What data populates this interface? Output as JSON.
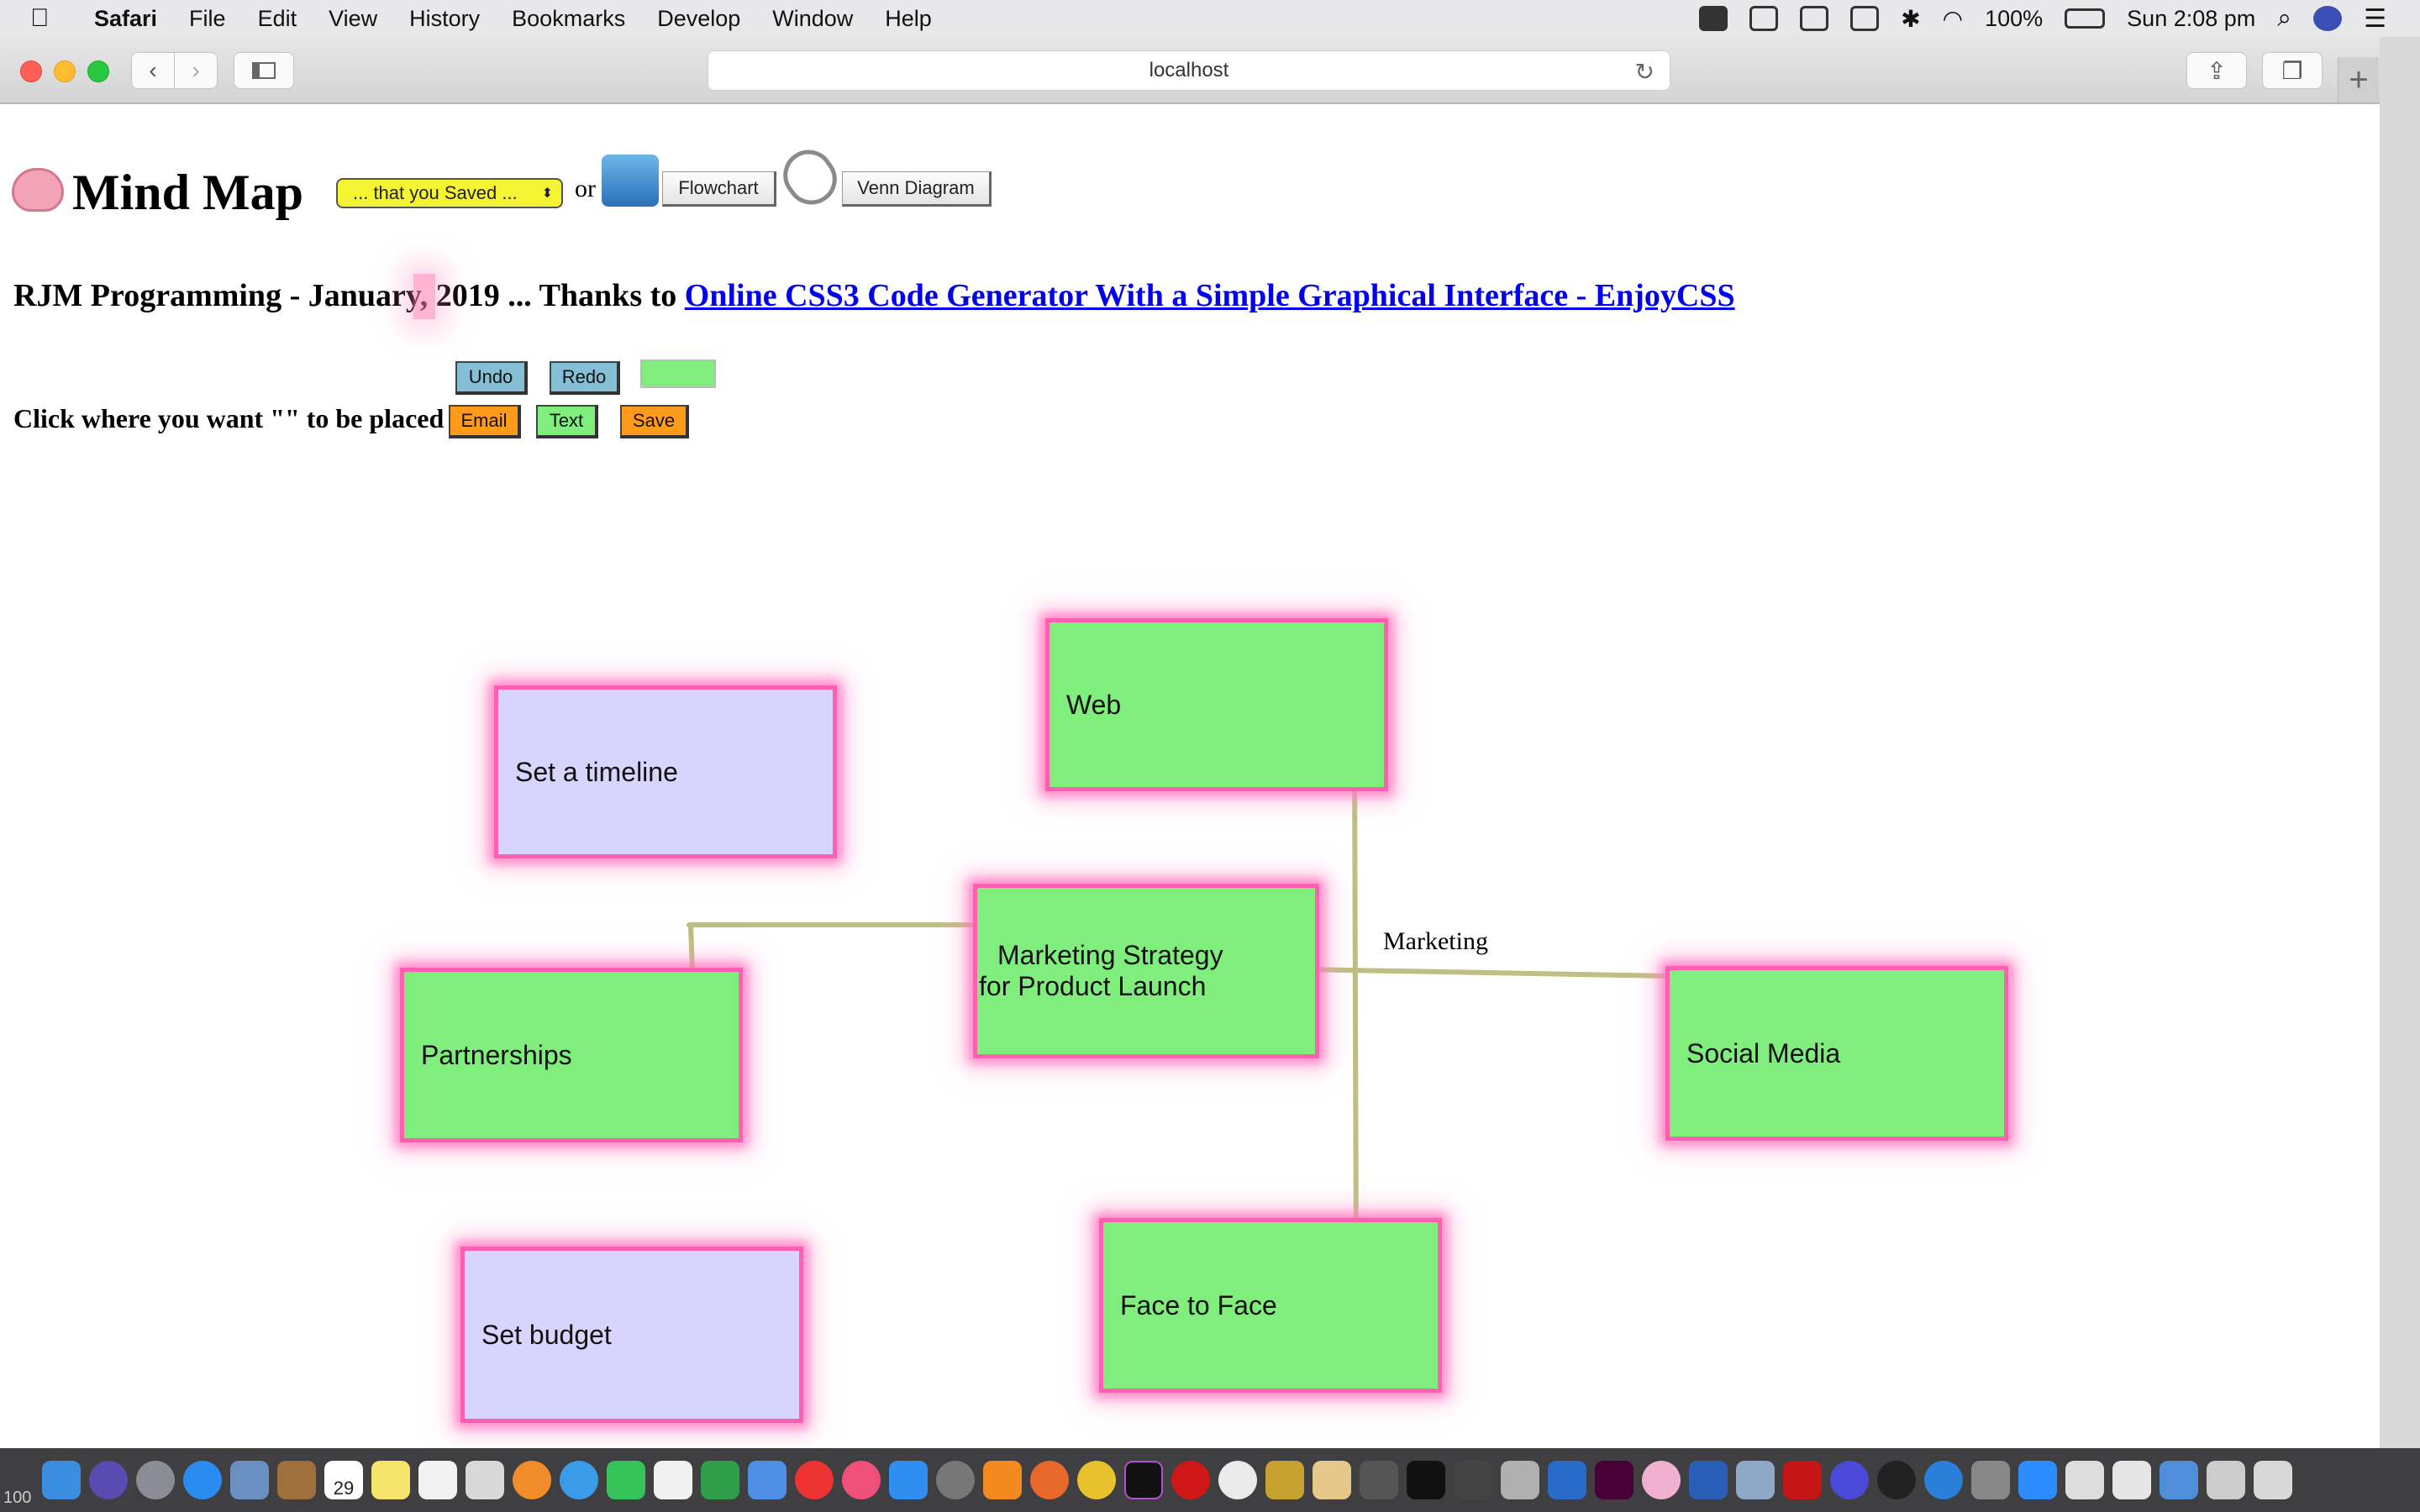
{
  "menubar": {
    "app": "Safari",
    "items": [
      "File",
      "Edit",
      "View",
      "History",
      "Bookmarks",
      "Develop",
      "Window",
      "Help"
    ],
    "battery": "100%",
    "clock": "Sun 2:08 pm"
  },
  "browser": {
    "url": "localhost"
  },
  "page": {
    "title": "Mind Map",
    "saved_select": "... that you Saved ...",
    "or_text": "or",
    "flowchart_button": "Flowchart",
    "venn_button": "Venn Diagram",
    "subtitle_text": "RJM Programming - January, 2019 ... Thanks to ",
    "subtitle_link": "Online CSS3 Code Generator With a Simple Graphical Interface - EnjoyCSS",
    "undo_button": "Undo",
    "redo_button": "Redo",
    "instruction": "Click where you want \"\" to be placed",
    "email_button": "Email",
    "text_button": "Text",
    "save_button": "Save"
  },
  "mindmap": {
    "nodes": [
      {
        "id": "web",
        "label": "Web",
        "color": "#80ee7d"
      },
      {
        "id": "timeline",
        "label": "Set a timeline",
        "color": "#d8d4fe"
      },
      {
        "id": "center",
        "label_line1": "Marketing Strategy",
        "label_line2": "for Product Launch",
        "color": "#80ee7d"
      },
      {
        "id": "partnerships",
        "label": "Partnerships",
        "color": "#80ee7d"
      },
      {
        "id": "social",
        "label": "Social Media",
        "color": "#80ee7d"
      },
      {
        "id": "face",
        "label": "Face to Face",
        "color": "#80ee7d"
      },
      {
        "id": "budget",
        "label": "Set budget",
        "color": "#d8d4fe"
      }
    ],
    "edge_label": "Marketing"
  },
  "dock": {
    "calendar_day": "29",
    "edge_text": "100"
  }
}
